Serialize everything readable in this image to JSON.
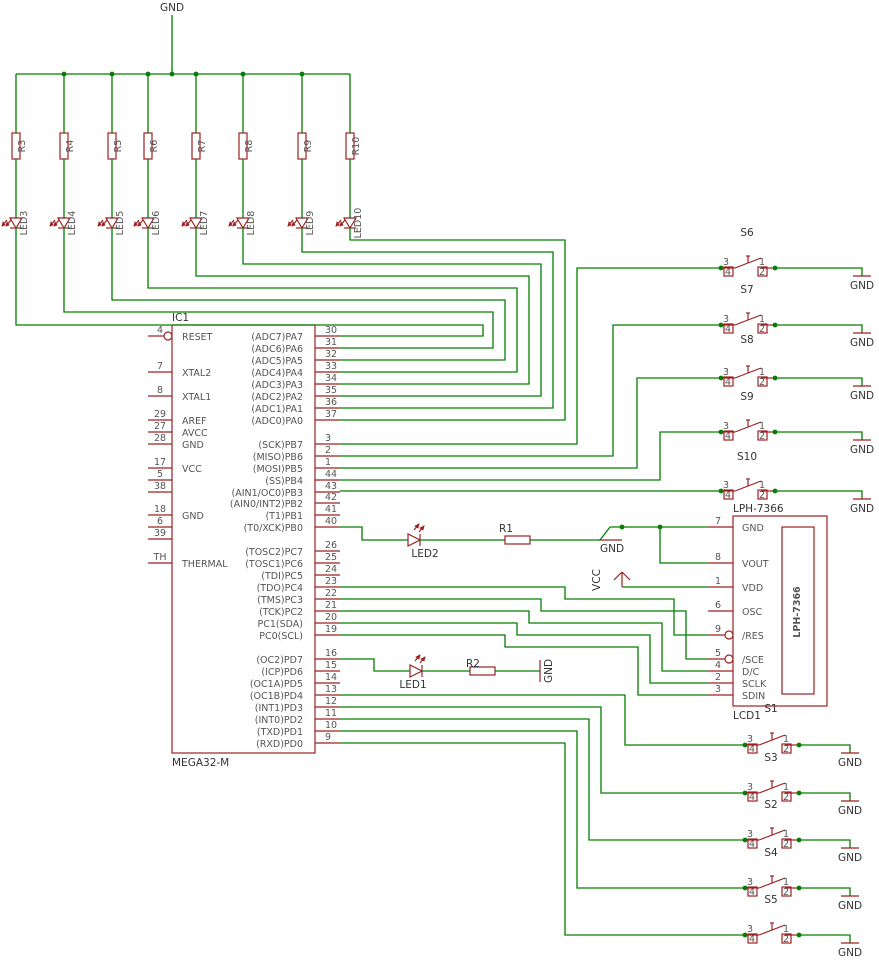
{
  "gnd_label": "GND",
  "vcc_label": "VCC",
  "ic": {
    "name": "IC1",
    "value": "MEGA32-M",
    "left_pins": [
      {
        "num": "4",
        "name": "RESET"
      },
      {
        "num": "7",
        "name": "XTAL2"
      },
      {
        "num": "8",
        "name": "XTAL1"
      },
      {
        "num": "29",
        "name": "AREF"
      },
      {
        "num": "27",
        "name": "AVCC"
      },
      {
        "num": "28",
        "name": "GND"
      },
      {
        "num": "17",
        "name": "VCC"
      },
      {
        "num": "5",
        "name": ""
      },
      {
        "num": "38",
        "name": ""
      },
      {
        "num": "18",
        "name": "GND"
      },
      {
        "num": "6",
        "name": ""
      },
      {
        "num": "39",
        "name": ""
      },
      {
        "num": "TH",
        "name": "THERMAL"
      }
    ],
    "right_pins": [
      {
        "num": "30",
        "name": "(ADC7)PA7"
      },
      {
        "num": "31",
        "name": "(ADC6)PA6"
      },
      {
        "num": "32",
        "name": "(ADC5)PA5"
      },
      {
        "num": "33",
        "name": "(ADC4)PA4"
      },
      {
        "num": "34",
        "name": "(ADC3)PA3"
      },
      {
        "num": "35",
        "name": "(ADC2)PA2"
      },
      {
        "num": "36",
        "name": "(ADC1)PA1"
      },
      {
        "num": "37",
        "name": "(ADC0)PA0"
      },
      {
        "num": "3",
        "name": "(SCK)PB7"
      },
      {
        "num": "2",
        "name": "(MISO)PB6"
      },
      {
        "num": "1",
        "name": "(MOSI)PB5"
      },
      {
        "num": "44",
        "name": "(SS)PB4"
      },
      {
        "num": "43",
        "name": "(AIN1/OC0)PB3"
      },
      {
        "num": "42",
        "name": "(AIN0/INT2)PB2"
      },
      {
        "num": "41",
        "name": "(T1)PB1"
      },
      {
        "num": "40",
        "name": "(T0/XCK)PB0"
      },
      {
        "num": "26",
        "name": "(TOSC2)PC7"
      },
      {
        "num": "25",
        "name": "(TOSC1)PC6"
      },
      {
        "num": "24",
        "name": "(TDI)PC5"
      },
      {
        "num": "23",
        "name": "(TDO)PC4"
      },
      {
        "num": "22",
        "name": "(TMS)PC3"
      },
      {
        "num": "21",
        "name": "(TCK)PC2"
      },
      {
        "num": "20",
        "name": "PC1(SDA)"
      },
      {
        "num": "19",
        "name": "PC0(SCL)"
      },
      {
        "num": "16",
        "name": "(OC2)PD7"
      },
      {
        "num": "15",
        "name": "(ICP)PD6"
      },
      {
        "num": "14",
        "name": "(OC1A)PD5"
      },
      {
        "num": "13",
        "name": "(OC1B)PD4"
      },
      {
        "num": "12",
        "name": "(INT1)PD3"
      },
      {
        "num": "11",
        "name": "(INT0)PD2"
      },
      {
        "num": "10",
        "name": "(TXD)PD1"
      },
      {
        "num": "9",
        "name": "(RXD)PD0"
      }
    ]
  },
  "resistor_array": [
    "R3",
    "R4",
    "R5",
    "R6",
    "R7",
    "R8",
    "R9",
    "R10"
  ],
  "led_array": [
    "LED3",
    "LED4",
    "LED5",
    "LED6",
    "LED7",
    "LED8",
    "LED9",
    "LED10"
  ],
  "led2": "LED2",
  "r1": "R1",
  "led1": "LED1",
  "r2": "R2",
  "lcd": {
    "name": "LCD1",
    "value": "LPH-7366",
    "pins": [
      {
        "num": "7",
        "name": "GND"
      },
      {
        "num": "8",
        "name": "VOUT"
      },
      {
        "num": "1",
        "name": "VDD"
      },
      {
        "num": "6",
        "name": "OSC"
      },
      {
        "num": "9",
        "name": "/RES"
      },
      {
        "num": "5",
        "name": "/SCE"
      },
      {
        "num": "4",
        "name": "D/C"
      },
      {
        "num": "2",
        "name": "SCLK"
      },
      {
        "num": "3",
        "name": "SDIN"
      }
    ]
  },
  "switches_top": [
    "S6",
    "S7",
    "S8",
    "S9",
    "S10"
  ],
  "switches_bottom": [
    "S1",
    "S3",
    "S2",
    "S4",
    "S5"
  ],
  "switch_pins": {
    "p1": "1",
    "p2": "2",
    "p3": "3",
    "p4": "4"
  }
}
